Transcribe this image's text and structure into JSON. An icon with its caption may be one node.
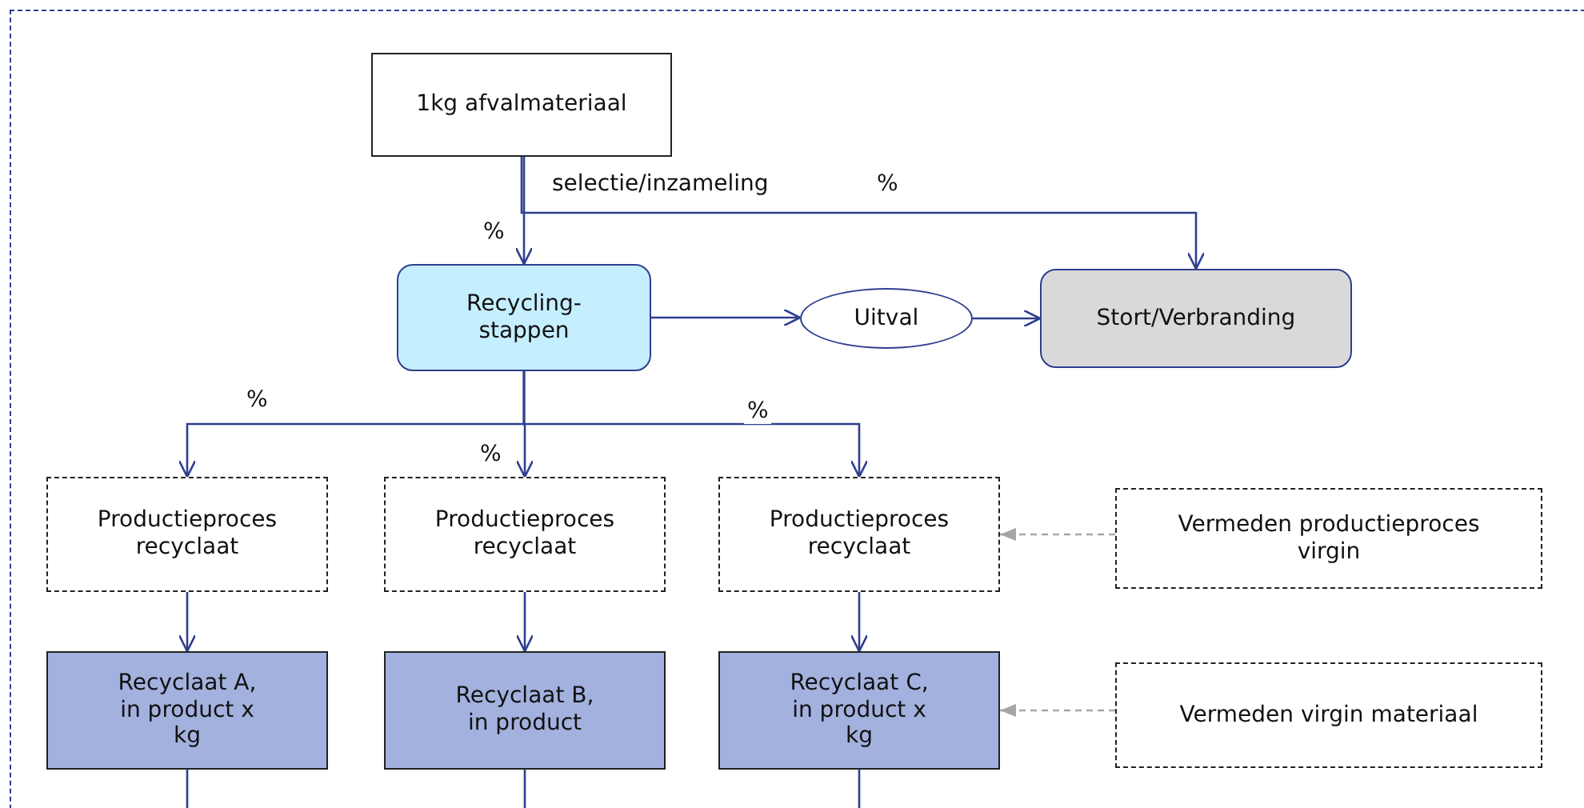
{
  "diagram": {
    "nodes": [
      {
        "text": [
          "1kg afvalmateriaal"
        ]
      },
      {
        "text": [
          "Recycling-stappen"
        ]
      },
      {
        "text": [
          "Uitval"
        ]
      },
      {
        "text": [
          "Stort/Verbranding"
        ]
      },
      {
        "text": [
          "Productieproces recyclaat"
        ]
      },
      {
        "text": [
          "Productieproces recyclaat"
        ]
      },
      {
        "text": [
          "Productieproces recyclaat"
        ]
      },
      {
        "text": [
          "Vermeden productieproces virgin"
        ]
      },
      {
        "text": [
          "Recyclaat A, in product x kg"
        ]
      },
      {
        "text": [
          "Recyclaat B, in product"
        ]
      },
      {
        "text": [
          "Recyclaat C, in product x kg"
        ]
      },
      {
        "text": [
          "Vermeden virgin materiaal"
        ]
      }
    ],
    "edges": [
      {
        "from": 0,
        "to": 1,
        "arrow": "to",
        "label": "%"
      },
      {
        "from": 0,
        "to": 3,
        "arrow": "to",
        "label": "%"
      },
      {
        "from": 1,
        "to": 2,
        "arrow": "to"
      },
      {
        "from": 2,
        "to": 3,
        "arrow": "to"
      },
      {
        "from": 1,
        "to": 4,
        "arrow": "to",
        "label": "%"
      },
      {
        "from": 1,
        "to": 5,
        "arrow": "to",
        "label": "%"
      },
      {
        "from": 1,
        "to": 6,
        "arrow": "to",
        "label": "%"
      },
      {
        "from": 4,
        "to": 8,
        "arrow": "to"
      },
      {
        "from": 5,
        "to": 9,
        "arrow": "to"
      },
      {
        "from": 6,
        "to": 10,
        "arrow": "to"
      },
      {
        "from": 7,
        "to": 6,
        "arrow": "to",
        "style": "dashed",
        "color": "#a6a6a6"
      },
      {
        "from": 11,
        "to": 10,
        "arrow": "to",
        "style": "dashed",
        "color": "#a6a6a6"
      },
      {
        "from": 8,
        "to": null,
        "arrow": "none"
      },
      {
        "from": 9,
        "to": null,
        "arrow": "none"
      },
      {
        "from": 10,
        "to": null,
        "arrow": "none"
      }
    ],
    "labels": [
      "selectie/inzameling"
    ]
  }
}
